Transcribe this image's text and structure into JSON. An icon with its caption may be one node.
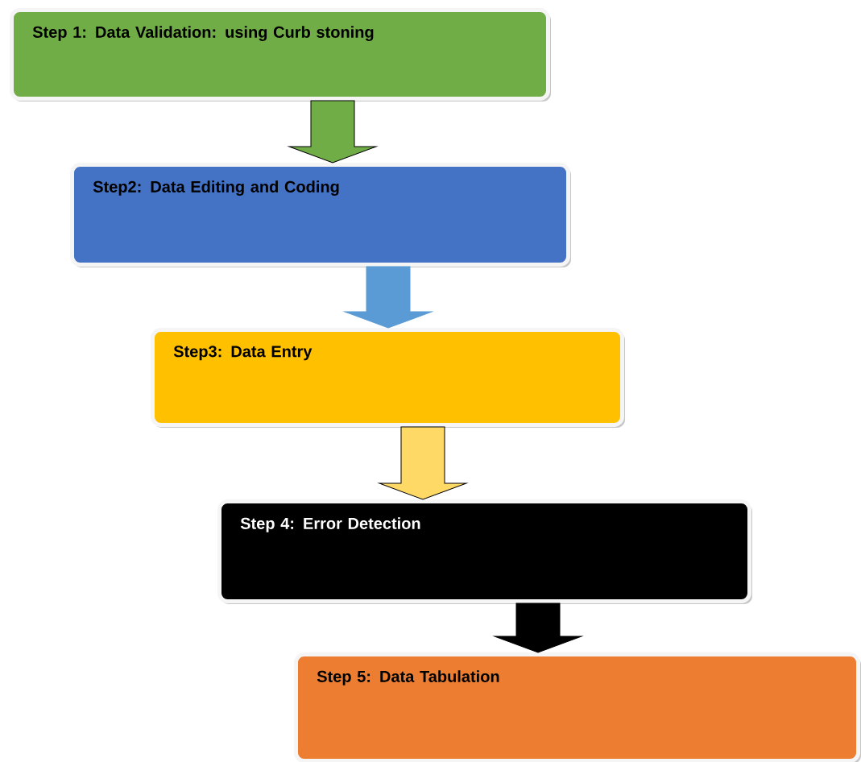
{
  "diagram": {
    "nodes": [
      {
        "text": [
          "Step 1: Data Validation: using Curb stoning"
        ]
      },
      {
        "text": [
          "Step2: Data Editing and Coding"
        ]
      },
      {
        "text": [
          "Step3: Data Entry"
        ]
      },
      {
        "text": [
          "Step 4: Error Detection"
        ]
      },
      {
        "text": [
          "Step 5: Data Tabulation"
        ]
      }
    ],
    "edges": [
      {
        "from": 0,
        "to": 1,
        "arrow": "to",
        "color": "#70ad47"
      },
      {
        "from": 1,
        "to": 2,
        "arrow": "to",
        "color": "#5b9bd5"
      },
      {
        "from": 2,
        "to": 3,
        "arrow": "to",
        "color": "#ffd966"
      },
      {
        "from": 3,
        "to": 4,
        "arrow": "to",
        "color": "#000000"
      }
    ]
  }
}
